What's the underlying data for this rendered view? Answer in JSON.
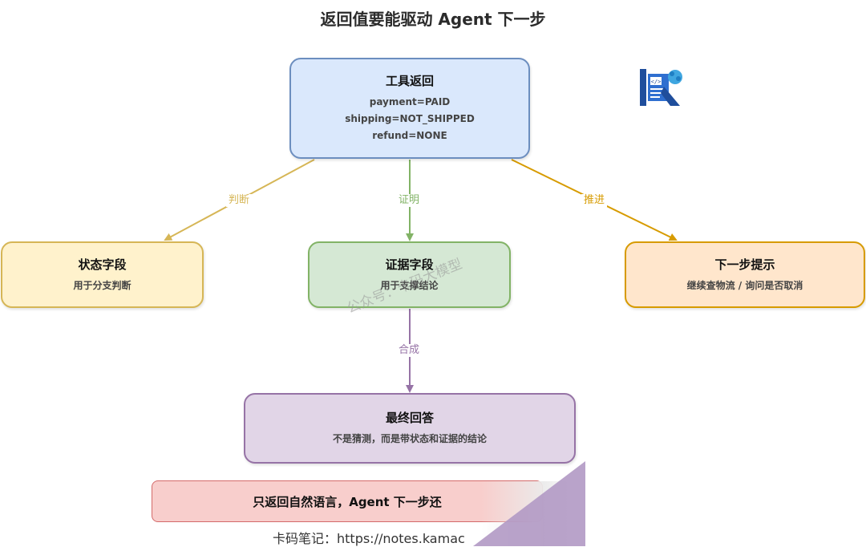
{
  "title": "返回值要能驱动 Agent 下一步",
  "nodes": {
    "tool": {
      "heading": "工具返回",
      "lines": [
        "payment=PAID",
        "shipping=NOT_SHIPPED",
        "refund=NONE"
      ]
    },
    "status": {
      "heading": "状态字段",
      "sub": "用于分支判断"
    },
    "evidence": {
      "heading": "证据字段",
      "sub": "用于支撑结论"
    },
    "next": {
      "heading": "下一步提示",
      "sub": "继续查物流 / 询问是否取消"
    },
    "final": {
      "heading": "最终回答",
      "sub": "不是猜测，而是带状态和证据的结论"
    },
    "warning": {
      "text": "只返回自然语言，Agent 下一步还"
    }
  },
  "edges": {
    "judge": "判断",
    "prove": "证明",
    "advance": "推进",
    "compose": "合成"
  },
  "colors": {
    "judge": "#d6b656",
    "prove": "#82b366",
    "advance": "#d79b00",
    "compose": "#9673a6"
  },
  "watermark": "公众号：卡码大模型",
  "footer": "卡码笔记：https://notes.kamac",
  "logo_icon": "code-document-k-logo"
}
